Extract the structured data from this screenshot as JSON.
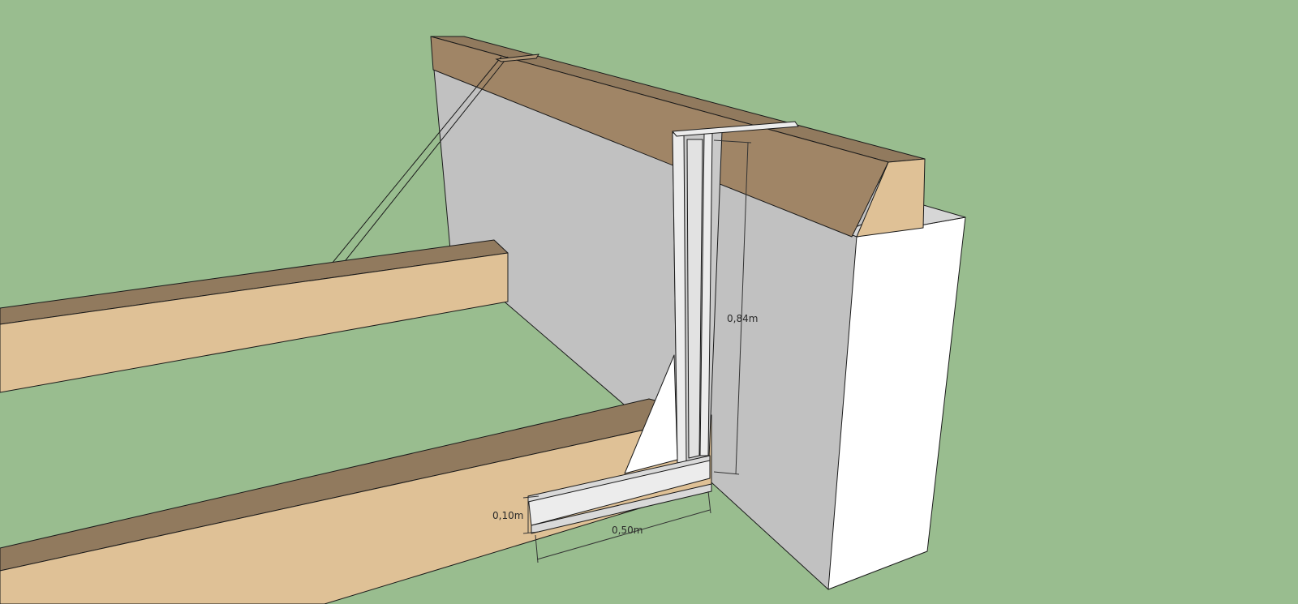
{
  "colors": {
    "background": "#99bd8f",
    "wall_face": "#c1c1c1",
    "wall_light": "#ffffff",
    "wood_top": "#917a5e",
    "wood_face": "#dfc196",
    "wood_side": "#a08566",
    "bracket": "#ececec",
    "bracket_shade": "#c9c9c9"
  },
  "dimensions": {
    "vertical_arm": "0,84m",
    "horizontal_arm": "0,50m",
    "flange_height": "0,10m"
  }
}
